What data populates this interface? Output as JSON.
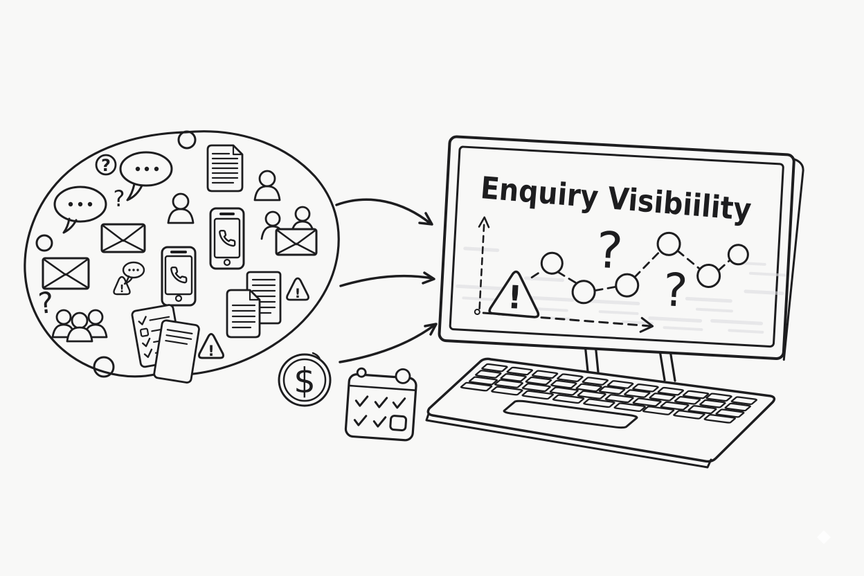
{
  "palette": {
    "background": "#f8f8f7",
    "ink": "#1d1d1f",
    "muted_text_bars": "#dcdce0"
  },
  "screen": {
    "title": "Enquiry Visibiility"
  },
  "glyphs": {
    "question": "?",
    "exclamation": "!",
    "dollar": "$"
  },
  "cloud_icons": [
    "question-circle",
    "speech-bubble-dots",
    "question-mark",
    "speech-bubble-dots",
    "envelope",
    "person",
    "document-lines",
    "person",
    "phone-call",
    "people-pair-with-envelope",
    "envelope",
    "mini-speech-bubble",
    "warning-triangle",
    "phone-call",
    "documents-stack",
    "warning-triangle",
    "question-mark",
    "people-group",
    "checklist-paper",
    "note-paper",
    "warning-triangle"
  ],
  "side_icons": [
    "dollar-coin",
    "calendar-checks"
  ],
  "screen_chart": {
    "type": "line",
    "style": "hand-drawn-sketch",
    "marker_count": 6,
    "question_mark_count": 2,
    "warning_triangle": true,
    "axes": "dashed-arrow-axes",
    "background_text": "blurred-gray-lines"
  },
  "flow": {
    "arrow_count": 3,
    "direction": "cloud-to-laptop"
  }
}
